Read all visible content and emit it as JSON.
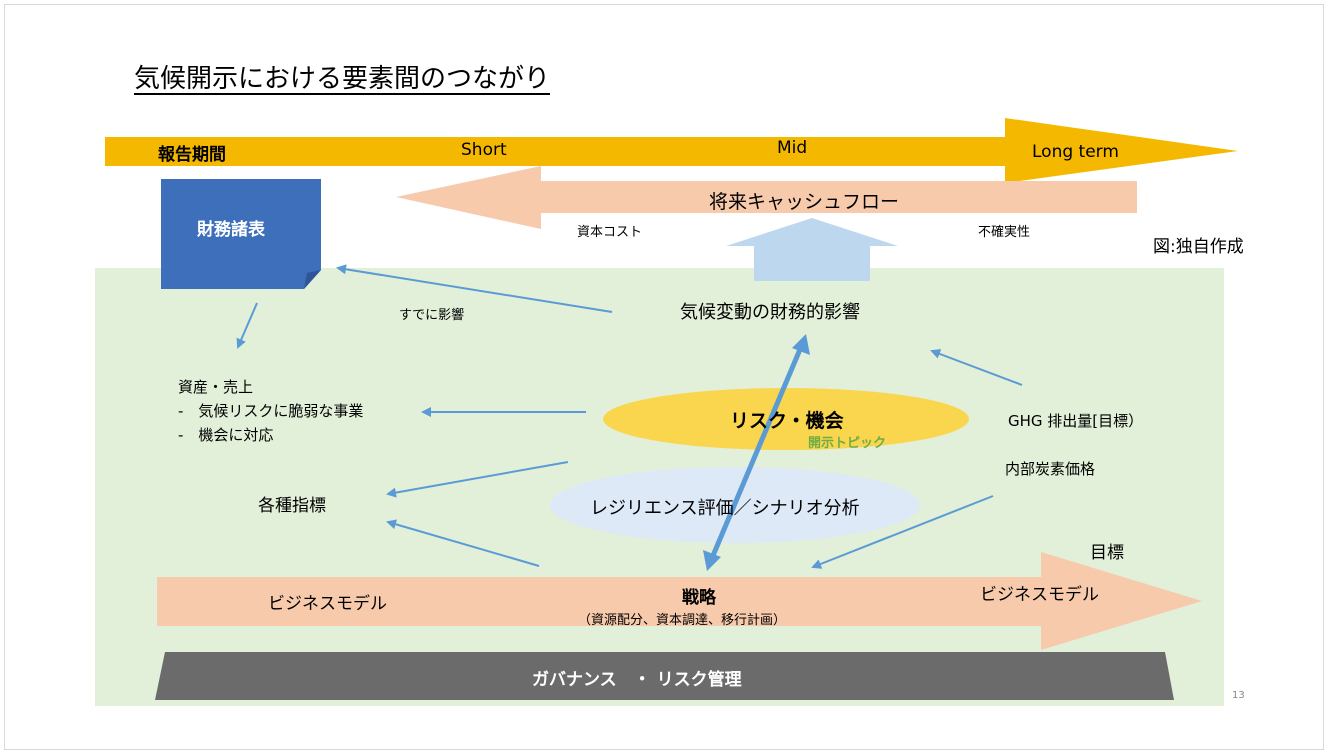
{
  "title": "気候開示における要素間のつながり",
  "timeline": {
    "label": "報告期間",
    "short": "Short",
    "mid": "Mid",
    "long": "Long term"
  },
  "cashflow": {
    "label": "将来キャッシュフロー",
    "left_note": "資本コスト",
    "right_note": "不確実性"
  },
  "source_note": "図:独自作成",
  "financial_statements": "財務諸表",
  "already_impact": "すでに影響",
  "climate_financial_impact": "気候変動の財務的影響",
  "assets": {
    "heading": "資産・売上",
    "bullet1": "-　気候リスクに脆弱な事業",
    "bullet2": "-　機会に対応"
  },
  "risk_opportunity": "リスク・機会",
  "disclosure_topic": "開示トピック",
  "ghg": "GHG 排出量[目標）",
  "internal_carbon": "内部炭素価格",
  "metrics": "各種指標",
  "resilience": "レジリエンス評価／シナリオ分析",
  "targets": "目標",
  "strategy": {
    "left": "ビジネスモデル",
    "center": "戦略",
    "sub": "（資源配分、資本調達、移行計画）",
    "right": "ビジネスモデル"
  },
  "governance": "ガバナンス　・ リスク管理",
  "page_number": "13",
  "colors": {
    "timeline_arrow": "#f5b800",
    "salmon": "#f7caac",
    "green_bg": "#e2efd9",
    "blue_box": "#3d6fba",
    "light_blue": "#bdd7ee",
    "yellow_ellipse": "#f9d64d",
    "resilience_ellipse": "#dde9f7",
    "governance": "#6b6b6b",
    "connector": "#5b9bd5",
    "topic_green": "#70ad47"
  }
}
